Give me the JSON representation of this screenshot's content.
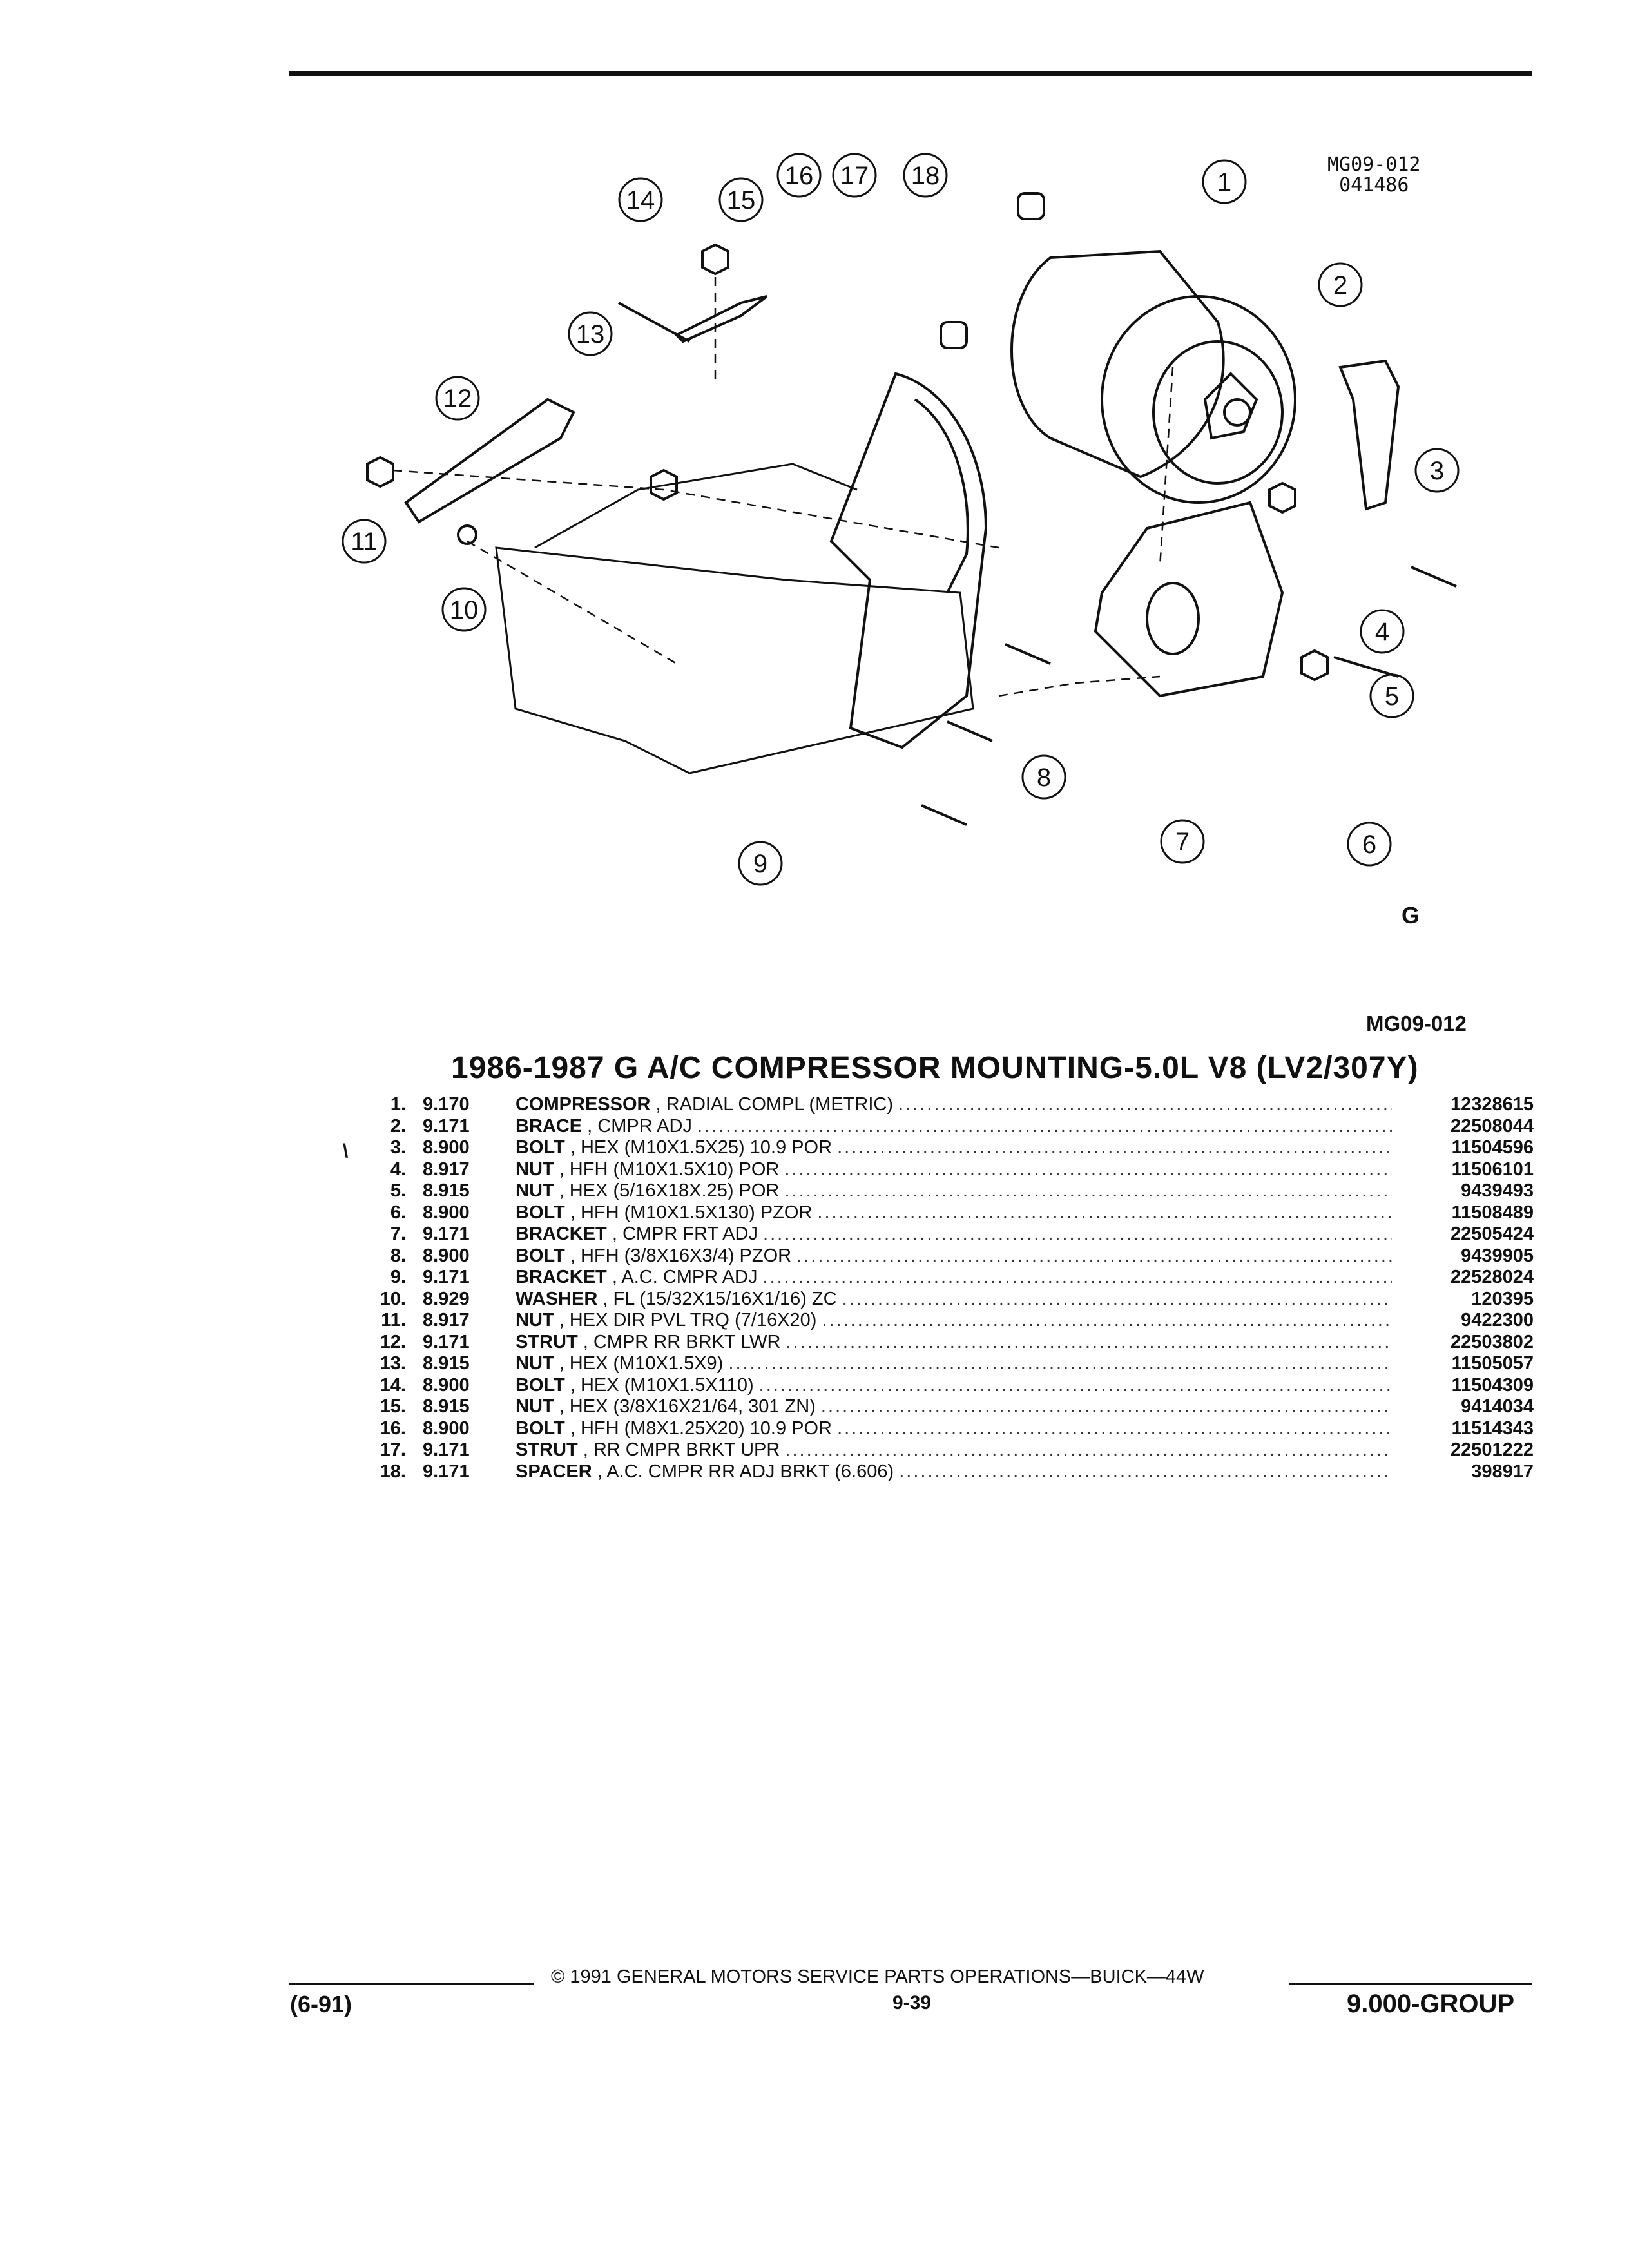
{
  "figure": {
    "code": "MG09-012",
    "date": "041486",
    "ref": "MG09-012",
    "logo": "G",
    "callouts": [
      "1",
      "2",
      "3",
      "4",
      "5",
      "6",
      "7",
      "8",
      "9",
      "10",
      "11",
      "12",
      "13",
      "14",
      "15",
      "16",
      "17",
      "18"
    ]
  },
  "title": "1986-1987 G A/C COMPRESSOR MOUNTING-5.0L V8 (LV2/307Y)",
  "parts": [
    {
      "no": "1.",
      "group": "9.170",
      "name": "COMPRESSOR",
      "detail": "RADIAL COMPL (METRIC)",
      "part": "12328615"
    },
    {
      "no": "2.",
      "group": "9.171",
      "name": "BRACE",
      "detail": "CMPR ADJ",
      "part": "22508044"
    },
    {
      "no": "3.",
      "group": "8.900",
      "name": "BOLT",
      "detail": "HEX (M10X1.5X25) 10.9 POR",
      "part": "11504596"
    },
    {
      "no": "4.",
      "group": "8.917",
      "name": "NUT",
      "detail": "HFH (M10X1.5X10) POR",
      "part": "11506101"
    },
    {
      "no": "5.",
      "group": "8.915",
      "name": "NUT",
      "detail": "HEX (5/16X18X.25) POR",
      "part": "9439493"
    },
    {
      "no": "6.",
      "group": "8.900",
      "name": "BOLT",
      "detail": "HFH (M10X1.5X130) PZOR",
      "part": "11508489"
    },
    {
      "no": "7.",
      "group": "9.171",
      "name": "BRACKET",
      "detail": "CMPR FRT ADJ",
      "part": "22505424"
    },
    {
      "no": "8.",
      "group": "8.900",
      "name": "BOLT",
      "detail": "HFH (3/8X16X3/4) PZOR",
      "part": "9439905"
    },
    {
      "no": "9.",
      "group": "9.171",
      "name": "BRACKET",
      "detail": "A.C. CMPR ADJ",
      "part": "22528024"
    },
    {
      "no": "10.",
      "group": "8.929",
      "name": "WASHER",
      "detail": "FL (15/32X15/16X1/16) ZC",
      "part": "120395"
    },
    {
      "no": "11.",
      "group": "8.917",
      "name": "NUT",
      "detail": "HEX DIR PVL TRQ (7/16X20)",
      "part": "9422300"
    },
    {
      "no": "12.",
      "group": "9.171",
      "name": "STRUT",
      "detail": "CMPR RR BRKT LWR",
      "part": "22503802"
    },
    {
      "no": "13.",
      "group": "8.915",
      "name": "NUT",
      "detail": "HEX (M10X1.5X9)",
      "part": "11505057"
    },
    {
      "no": "14.",
      "group": "8.900",
      "name": "BOLT",
      "detail": "HEX (M10X1.5X110)",
      "part": "11504309"
    },
    {
      "no": "15.",
      "group": "8.915",
      "name": "NUT",
      "detail": "HEX (3/8X16X21/64, 301 ZN)",
      "part": "9414034"
    },
    {
      "no": "16.",
      "group": "8.900",
      "name": "BOLT",
      "detail": "HFH (M8X1.25X20) 10.9 POR",
      "part": "11514343"
    },
    {
      "no": "17.",
      "group": "9.171",
      "name": "STRUT",
      "detail": "RR CMPR BRKT UPR",
      "part": "22501222"
    },
    {
      "no": "18.",
      "group": "9.171",
      "name": "SPACER",
      "detail": "A.C. CMPR RR ADJ BRKT (6.606)",
      "part": "398917"
    }
  ],
  "footer": {
    "copyright": "© 1991 GENERAL MOTORS SERVICE PARTS OPERATIONS—BUICK—44W",
    "date": "(6-91)",
    "page": "9-39",
    "group": "9.000-GROUP"
  }
}
